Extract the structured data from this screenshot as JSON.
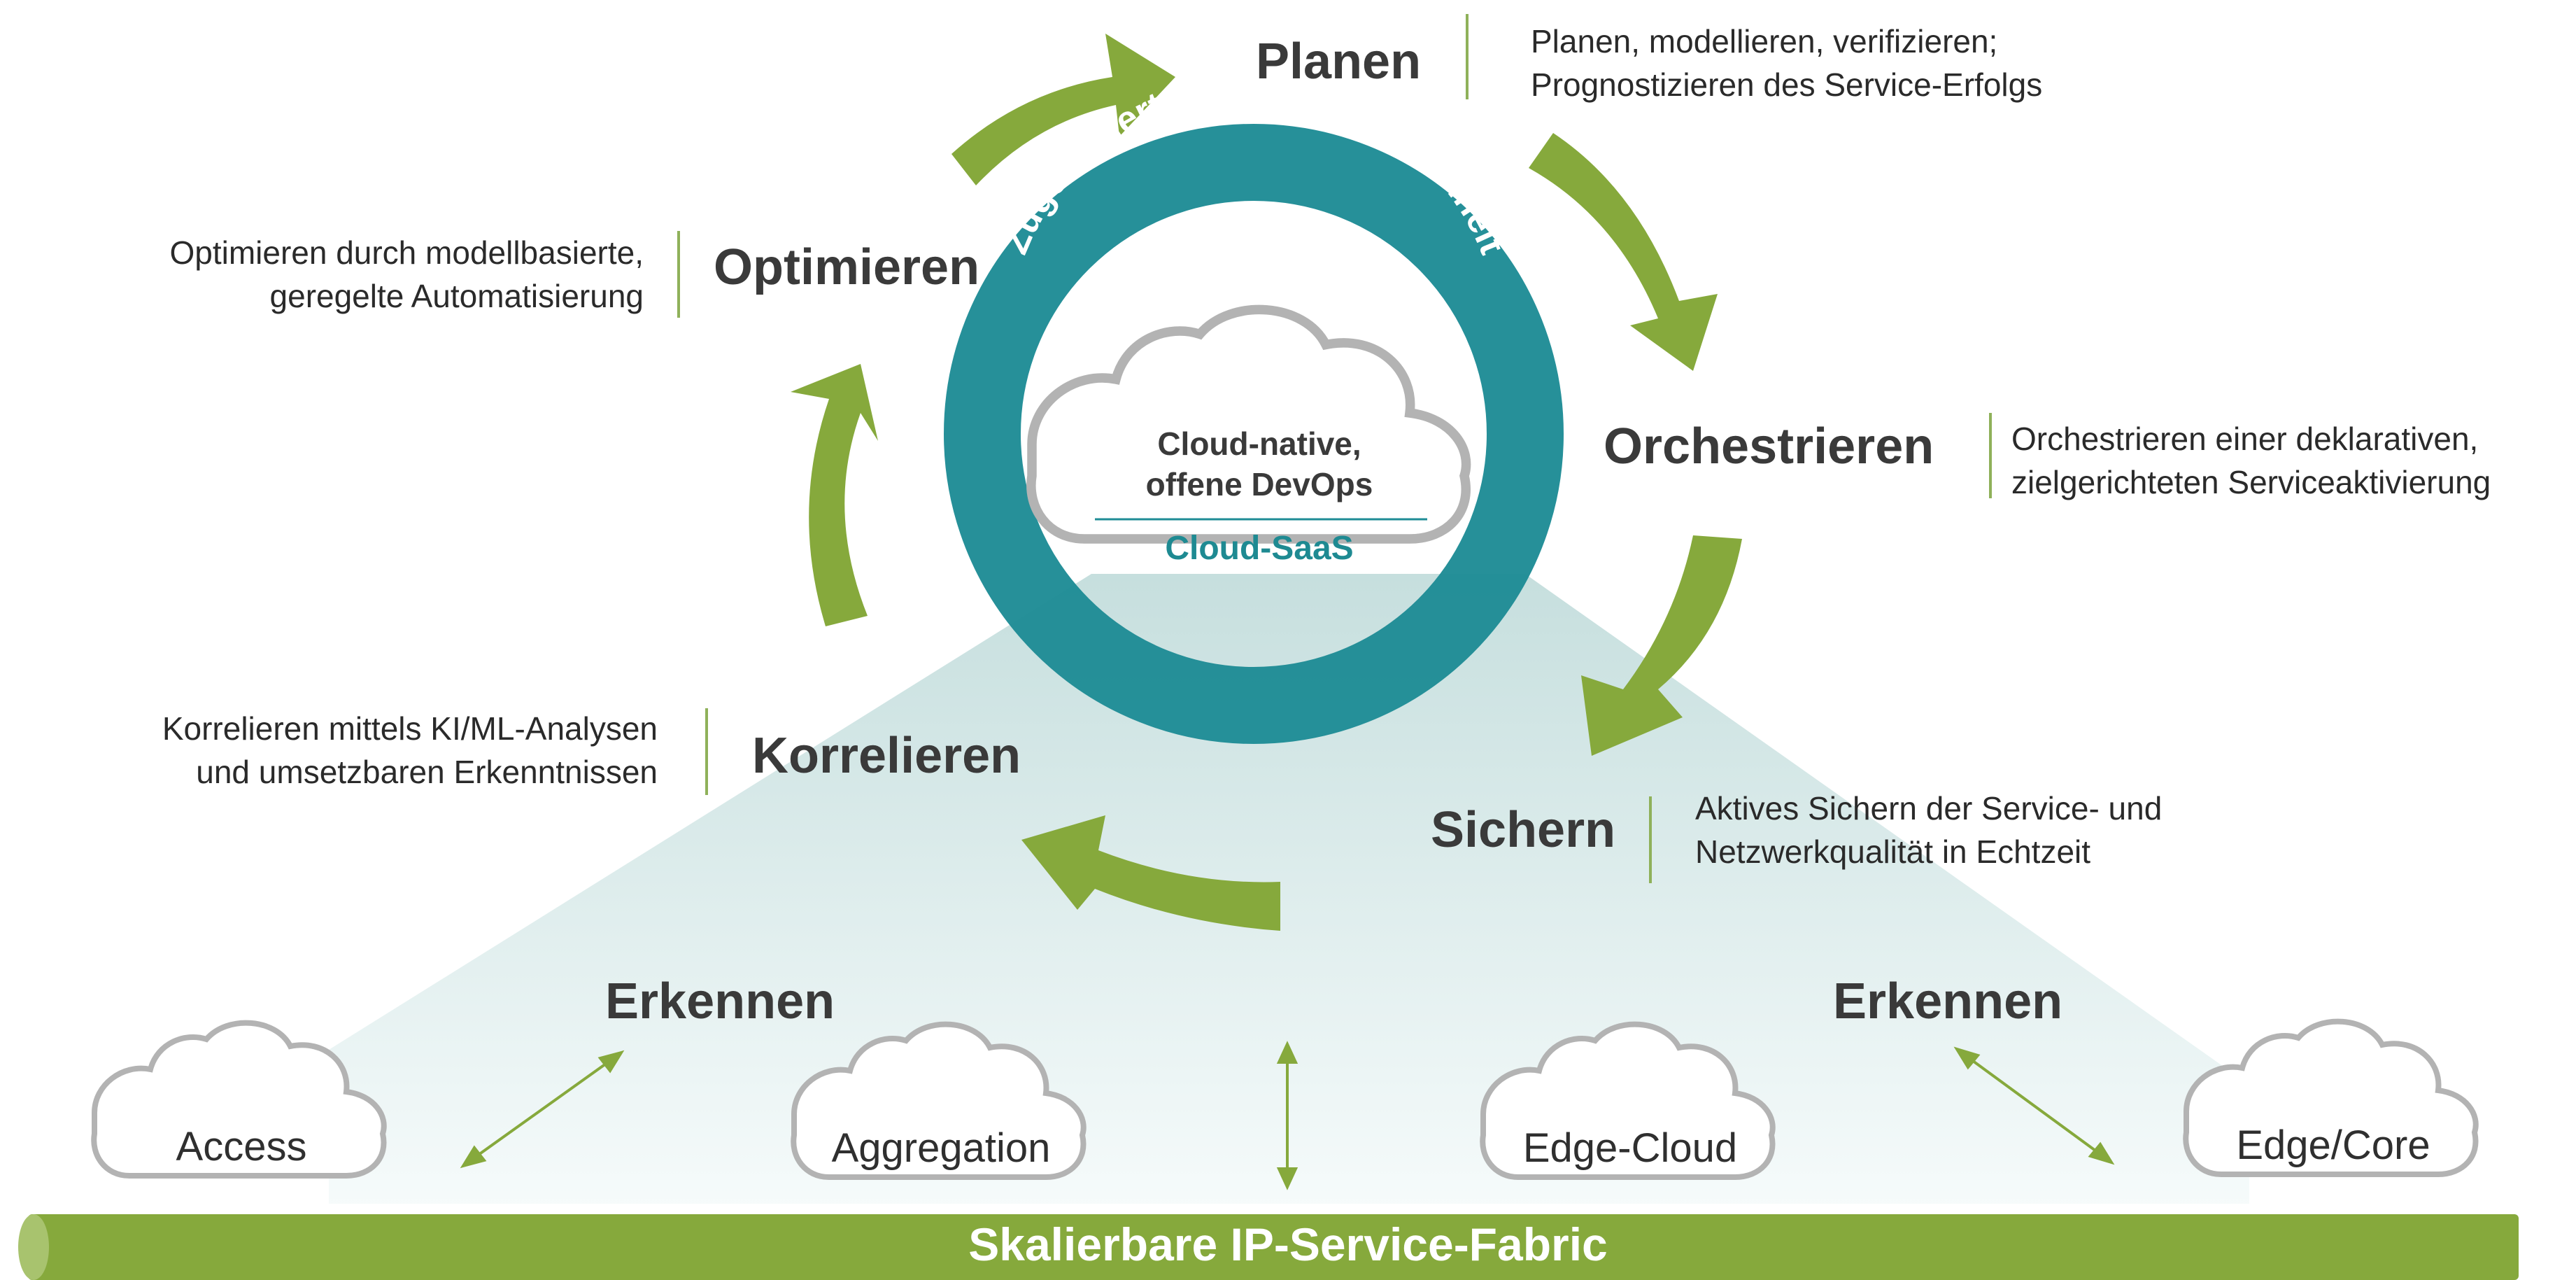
{
  "center": {
    "ring_text": "Zugesicherte Servicezufriedenheit",
    "cloud_line1": "Cloud-native,",
    "cloud_line2": "offene DevOps",
    "cloud_saas": "Cloud-SaaS"
  },
  "phases": {
    "planen": {
      "label": "Planen",
      "desc1": "Planen, modellieren, verifizieren;",
      "desc2": "Prognostizieren des Service-Erfolgs"
    },
    "orchestrieren": {
      "label": "Orchestrieren",
      "desc1": "Orchestrieren einer deklarativen,",
      "desc2": "zielgerichteten Serviceaktivierung"
    },
    "sichern": {
      "label": "Sichern",
      "desc1": "Aktives Sichern der Service- und",
      "desc2": "Netzwerkqualität in Echtzeit"
    },
    "korrelieren": {
      "label": "Korrelieren",
      "desc1": "Korrelieren mittels KI/ML-Analysen",
      "desc2": "und umsetzbaren Erkenntnissen"
    },
    "optimieren": {
      "label": "Optimieren",
      "desc1": "Optimieren durch modellbasierte,",
      "desc2": "geregelte Automatisierung"
    }
  },
  "detect": {
    "left": "Erkennen",
    "right": "Erkennen"
  },
  "clouds": [
    "Access",
    "Aggregation",
    "Edge-Cloud",
    "Edge/Core"
  ],
  "fabric": "Skalierbare IP-Service-Fabric",
  "colors": {
    "green": "#86a93c",
    "teal": "#1f8c96",
    "cloud_stroke": "#b3b3b3",
    "text": "#333333"
  }
}
